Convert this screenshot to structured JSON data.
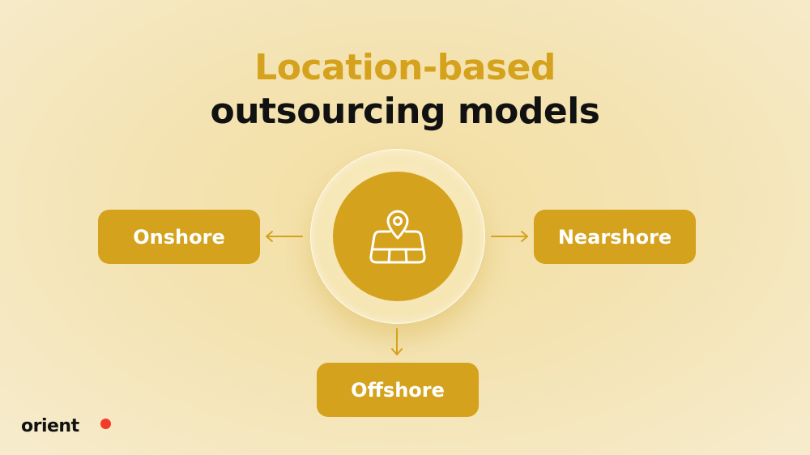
{
  "title": {
    "line1": "Location-based",
    "line2": "outsourcing models"
  },
  "center": {
    "icon": "map-pin-icon"
  },
  "nodes": {
    "onshore": "Onshore",
    "nearshore": "Nearshore",
    "offshore": "Offshore"
  },
  "logo": {
    "text": "orient"
  },
  "colors": {
    "accent": "#d4a21c",
    "title_dark": "#111111",
    "logo_dot": "#f23b2c",
    "background": "#f4e3b2"
  }
}
